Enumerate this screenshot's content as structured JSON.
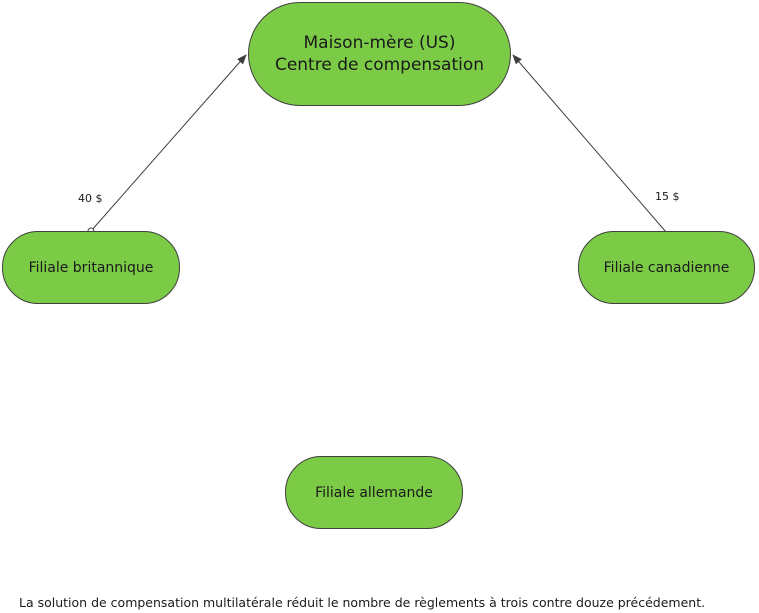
{
  "diagram": {
    "nodes": {
      "hq": {
        "line1": "Maison-mère (US)",
        "line2": "Centre de compensation"
      },
      "uk": {
        "label": "Filiale britannique"
      },
      "ca": {
        "label": "Filiale canadienne"
      },
      "de": {
        "label": "Filiale allemande"
      }
    },
    "flows": [
      {
        "from": "Filiale britannique",
        "to": "Maison-mère (US)",
        "amount": "40 $"
      },
      {
        "from": "Filiale canadienne",
        "to": "Maison-mère (US)",
        "amount": "15 $"
      }
    ],
    "colors": {
      "node_fill": "#7ccb46",
      "node_border": "#3f3f3f",
      "arrow": "#3f3f3f"
    }
  },
  "caption": "La solution de compensation multilatérale réduit le nombre de règlements à trois contre douze précédement."
}
